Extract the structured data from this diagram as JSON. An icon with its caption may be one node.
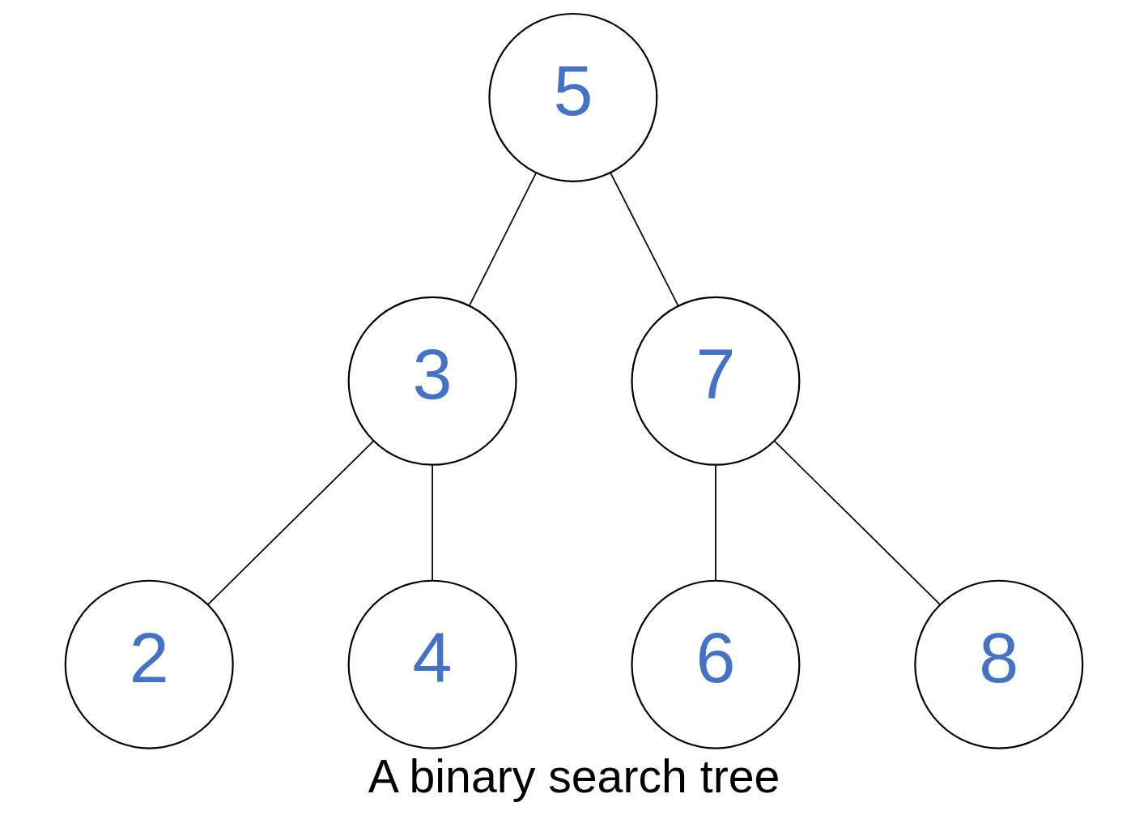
{
  "diagram": {
    "caption": "A binary search tree",
    "nodes": [
      {
        "text": [
          "5"
        ]
      },
      {
        "text": [
          "3"
        ]
      },
      {
        "text": [
          "7"
        ]
      },
      {
        "text": [
          "2"
        ]
      },
      {
        "text": [
          "4"
        ]
      },
      {
        "text": [
          "6"
        ]
      },
      {
        "text": [
          "8"
        ]
      }
    ],
    "edges": [
      {
        "from": 0,
        "to": 1,
        "arrow": "none"
      },
      {
        "from": 0,
        "to": 2,
        "arrow": "none"
      },
      {
        "from": 1,
        "to": 3,
        "arrow": "none"
      },
      {
        "from": 1,
        "to": 4,
        "arrow": "none"
      },
      {
        "from": 2,
        "to": 5,
        "arrow": "none"
      },
      {
        "from": 2,
        "to": 6,
        "arrow": "none"
      }
    ]
  }
}
